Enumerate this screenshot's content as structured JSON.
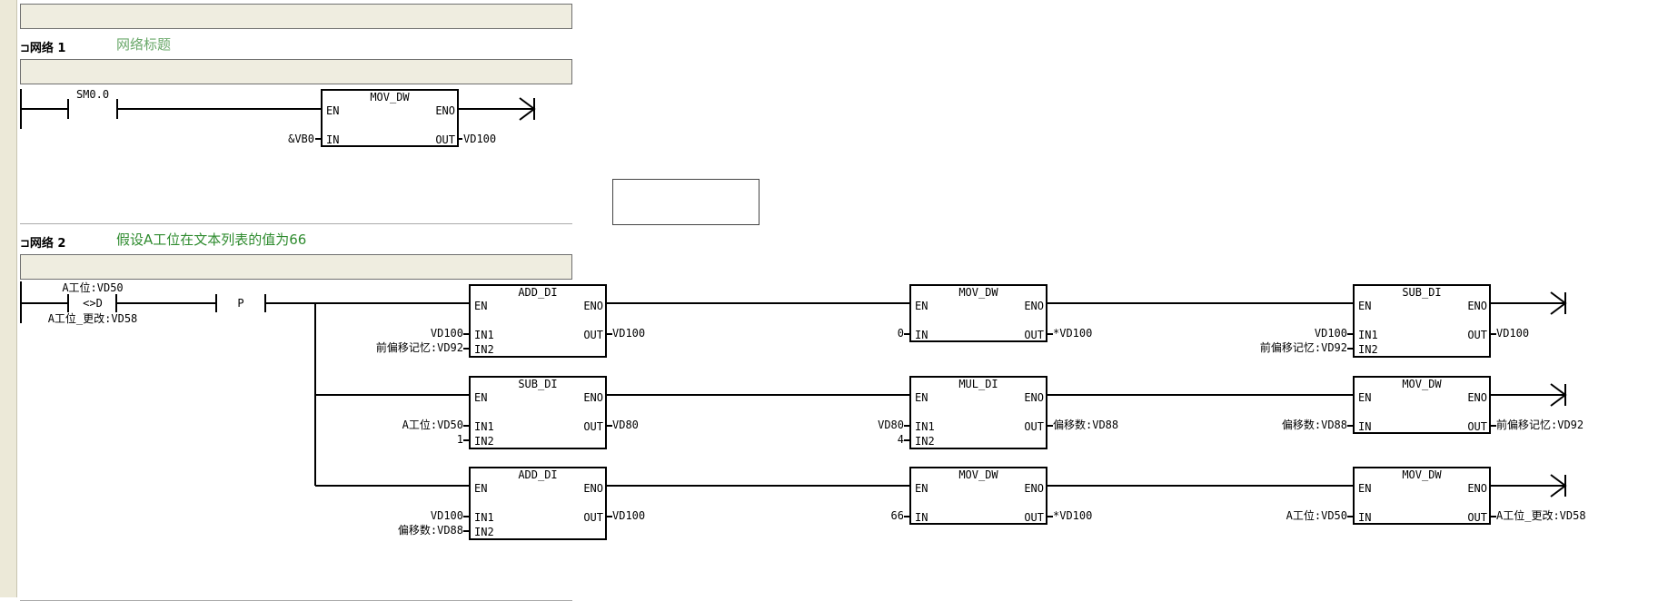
{
  "networks": [
    {
      "title": "网络 1",
      "comment": "网络标题",
      "comment_color": "#6aa86a",
      "contacts": [
        {
          "label": "SM0.0"
        }
      ],
      "blocks": [
        {
          "name": "MOV_DW",
          "en": "EN",
          "eno": "ENO",
          "inputs": [
            {
              "pin": "IN",
              "operand": "&VB0"
            }
          ],
          "outputs": [
            {
              "pin": "OUT",
              "operand": "VD100"
            }
          ]
        }
      ]
    },
    {
      "title": "网络 2",
      "comment": "假设A工位在文本列表的值为66",
      "comment_color": "#2e8b2e",
      "compare": {
        "top": "A工位:VD50",
        "op": "<>D",
        "bottom": "A工位_更改:VD58"
      },
      "edge": "P",
      "blocks": [
        {
          "name": "ADD_DI",
          "en": "EN",
          "eno": "ENO",
          "inputs": [
            {
              "pin": "IN1",
              "operand": "VD100"
            },
            {
              "pin": "IN2",
              "operand": "前偏移记忆:VD92"
            }
          ],
          "outputs": [
            {
              "pin": "OUT",
              "operand": "VD100"
            }
          ]
        },
        {
          "name": "MOV_DW",
          "en": "EN",
          "eno": "ENO",
          "inputs": [
            {
              "pin": "IN",
              "operand": "0"
            }
          ],
          "outputs": [
            {
              "pin": "OUT",
              "operand": "*VD100"
            }
          ]
        },
        {
          "name": "SUB_DI",
          "en": "EN",
          "eno": "ENO",
          "inputs": [
            {
              "pin": "IN1",
              "operand": "VD100"
            },
            {
              "pin": "IN2",
              "operand": "前偏移记忆:VD92"
            }
          ],
          "outputs": [
            {
              "pin": "OUT",
              "operand": "VD100"
            }
          ]
        },
        {
          "name": "SUB_DI",
          "en": "EN",
          "eno": "ENO",
          "inputs": [
            {
              "pin": "IN1",
              "operand": "A工位:VD50"
            },
            {
              "pin": "IN2",
              "operand": "1"
            }
          ],
          "outputs": [
            {
              "pin": "OUT",
              "operand": "VD80"
            }
          ]
        },
        {
          "name": "MUL_DI",
          "en": "EN",
          "eno": "ENO",
          "inputs": [
            {
              "pin": "IN1",
              "operand": "VD80"
            },
            {
              "pin": "IN2",
              "operand": "4"
            }
          ],
          "outputs": [
            {
              "pin": "OUT",
              "operand": "偏移数:VD88"
            }
          ]
        },
        {
          "name": "MOV_DW",
          "en": "EN",
          "eno": "ENO",
          "inputs": [
            {
              "pin": "IN",
              "operand": "偏移数:VD88"
            }
          ],
          "outputs": [
            {
              "pin": "OUT",
              "operand": "前偏移记忆:VD92"
            }
          ]
        },
        {
          "name": "ADD_DI",
          "en": "EN",
          "eno": "ENO",
          "inputs": [
            {
              "pin": "IN1",
              "operand": "VD100"
            },
            {
              "pin": "IN2",
              "operand": "偏移数:VD88"
            }
          ],
          "outputs": [
            {
              "pin": "OUT",
              "operand": "VD100"
            }
          ]
        },
        {
          "name": "MOV_DW",
          "en": "EN",
          "eno": "ENO",
          "inputs": [
            {
              "pin": "IN",
              "operand": "66"
            }
          ],
          "outputs": [
            {
              "pin": "OUT",
              "operand": "*VD100"
            }
          ]
        },
        {
          "name": "MOV_DW",
          "en": "EN",
          "eno": "ENO",
          "inputs": [
            {
              "pin": "IN",
              "operand": "A工位:VD50"
            }
          ],
          "outputs": [
            {
              "pin": "OUT",
              "operand": "A工位_更改:VD58"
            }
          ]
        }
      ]
    }
  ]
}
